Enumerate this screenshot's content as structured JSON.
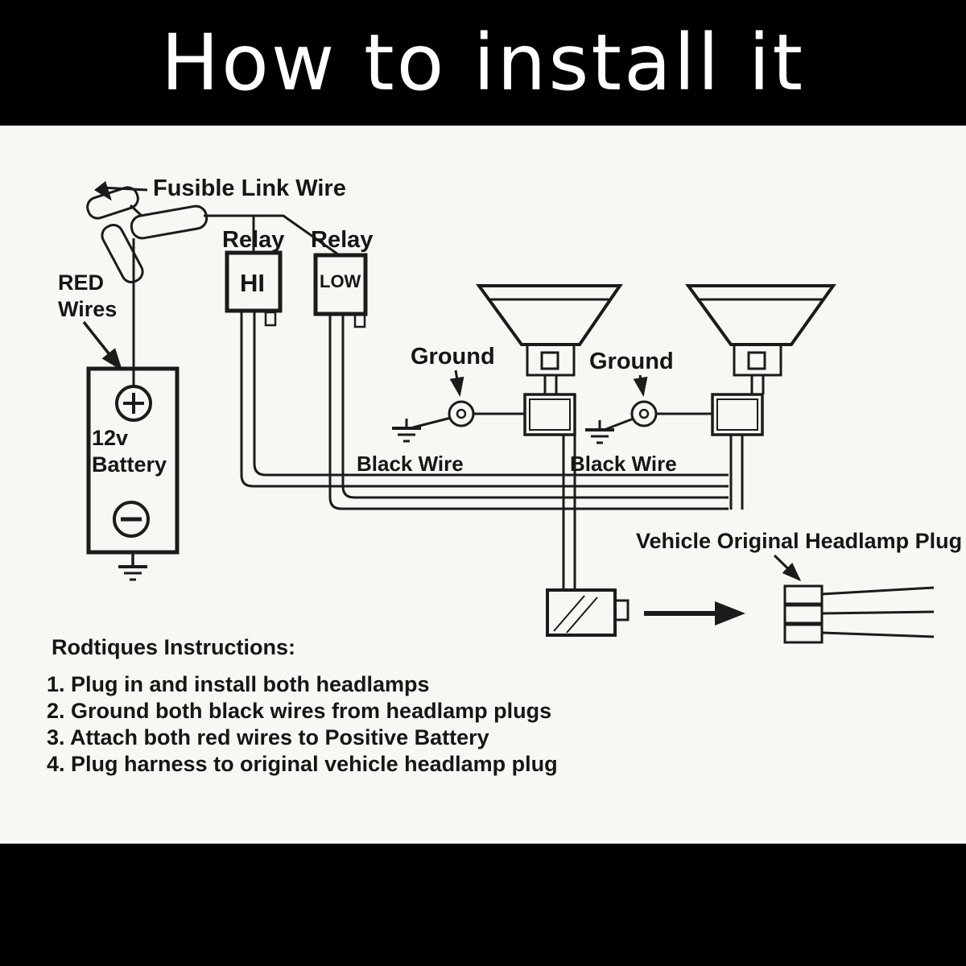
{
  "header": {
    "title": "How to install it"
  },
  "diagram": {
    "labels": {
      "fusible_link": "Fusible Link Wire",
      "relay_hi": "Relay",
      "relay_low": "Relay",
      "relay_hi_box": "HI",
      "relay_low_box": "LOW",
      "red_wires_1": "RED",
      "red_wires_2": "Wires",
      "battery_1": "12v",
      "battery_2": "Battery",
      "ground_left": "Ground",
      "ground_right": "Ground",
      "black_wire_left": "Black Wire",
      "black_wire_right": "Black Wire",
      "vehicle_plug": "Vehicle Original Headlamp Plug"
    }
  },
  "instructions": {
    "heading": "Rodtiques Instructions:",
    "items": [
      "1. Plug in and install both headlamps",
      "2. Ground both black wires from headlamp plugs",
      "3. Attach both red wires to Positive Battery",
      "4. Plug harness to original vehicle headlamp plug"
    ]
  },
  "colors": {
    "ink": "#1b1b1b",
    "paper": "#f7f7f4",
    "band": "#000000",
    "title_text": "#ffffff"
  }
}
